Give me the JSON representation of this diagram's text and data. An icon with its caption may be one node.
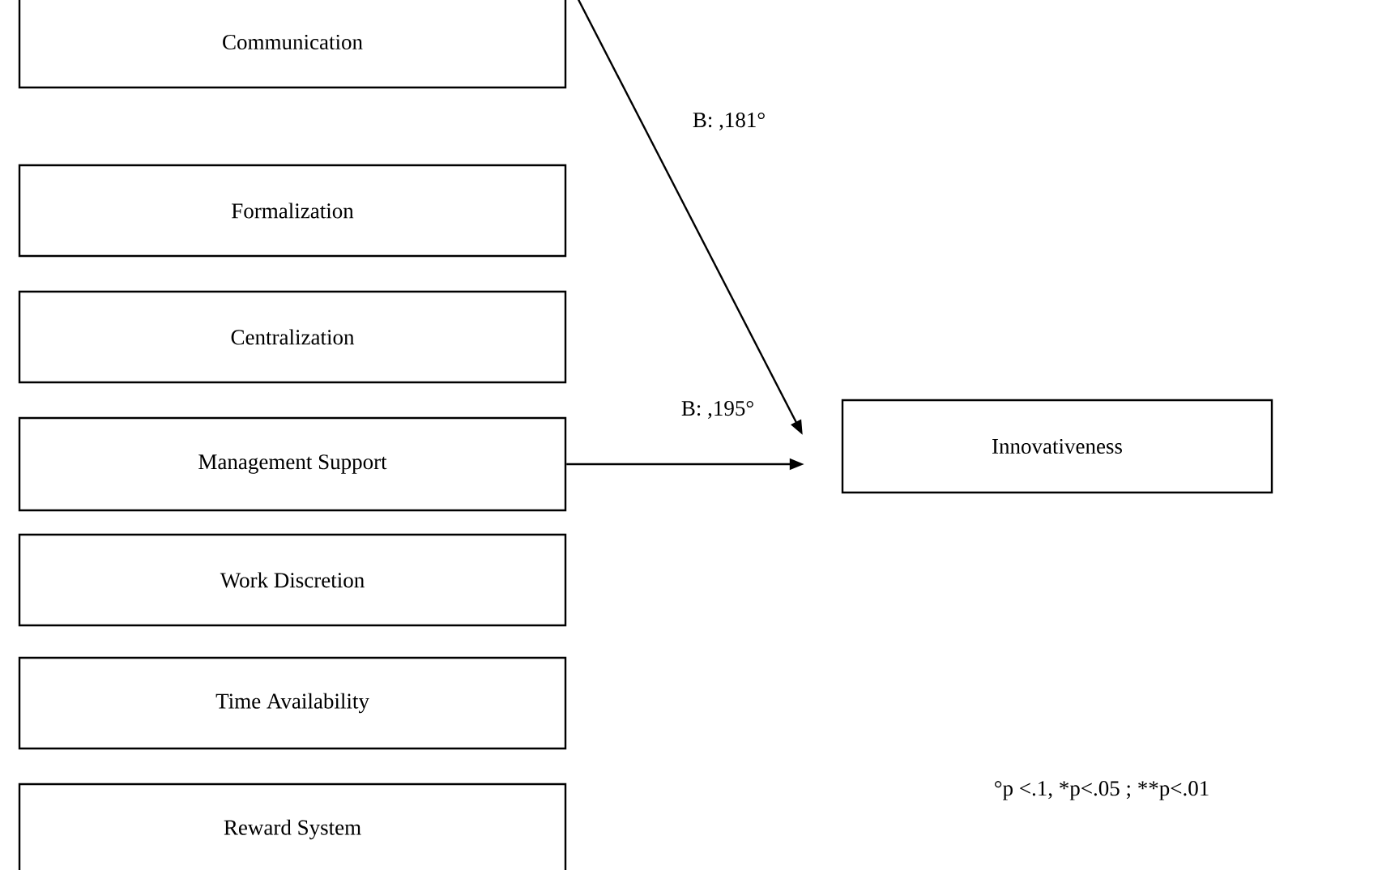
{
  "diagram": {
    "nodes": [
      {
        "text": [
          "Communication"
        ]
      },
      {
        "text": [
          "Formalization"
        ]
      },
      {
        "text": [
          "Centralization"
        ]
      },
      {
        "text": [
          "Management Support"
        ]
      },
      {
        "text": [
          "Work Discretion"
        ]
      },
      {
        "text": [
          "Time Availability"
        ]
      },
      {
        "text": [
          "Reward System"
        ]
      },
      {
        "text": [
          "Innovativeness"
        ]
      }
    ],
    "edges": [
      {
        "from": 0,
        "to": 7,
        "arrow": "to",
        "label": "B: ,181°"
      },
      {
        "from": 3,
        "to": 7,
        "arrow": "to",
        "label": "B: ,195°"
      }
    ],
    "labels": [
      "°p <.1,  *p<.05 ; **p<.01"
    ]
  }
}
